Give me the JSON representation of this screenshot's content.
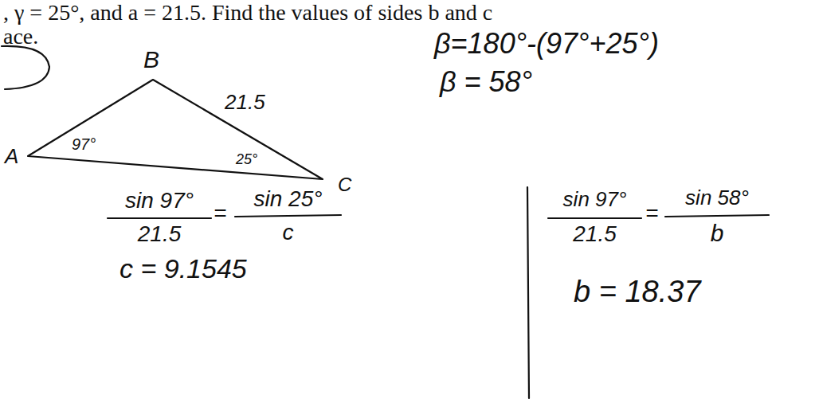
{
  "diagram": {
    "labels": [
      ", γ = 25°, and a = 21.5.  Find the values of sides b and c",
      "ace.",
      "B",
      "21.5",
      "97°",
      "25°",
      "A",
      "C",
      "β=180°-(97°+25°)",
      "β = 58°",
      "sin 97°",
      "=",
      "sin 25°",
      "21.5",
      "c",
      "c = 9.1545",
      "sin 97°",
      "=",
      "sin 58°",
      "21.5",
      "b",
      "b = 18.37"
    ]
  }
}
